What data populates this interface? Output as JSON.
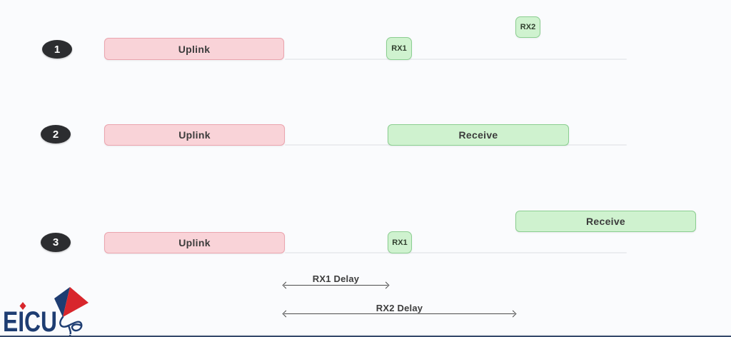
{
  "rows": [
    {
      "number": "1",
      "uplink": "Uplink",
      "rx1": "RX1",
      "rx2": "RX2"
    },
    {
      "number": "2",
      "uplink": "Uplink",
      "receive": "Receive"
    },
    {
      "number": "3",
      "uplink": "Uplink",
      "rx1": "RX1",
      "receive": "Receive"
    }
  ],
  "annotations": {
    "rx1_delay": "RX1 Delay",
    "rx2_delay": "RX2 Delay"
  },
  "logo": {
    "brand": "EICU"
  },
  "colors": {
    "background": "#fafbfd",
    "uplink_fill": "#f9d3d8",
    "uplink_border": "#eba4ae",
    "receive_fill": "#cff2cf",
    "receive_border": "#8bce90",
    "badge": "#2c2d30",
    "arrow": "#4d4d4d",
    "logo_navy": "#1e3d72",
    "logo_red": "#d8262c"
  }
}
